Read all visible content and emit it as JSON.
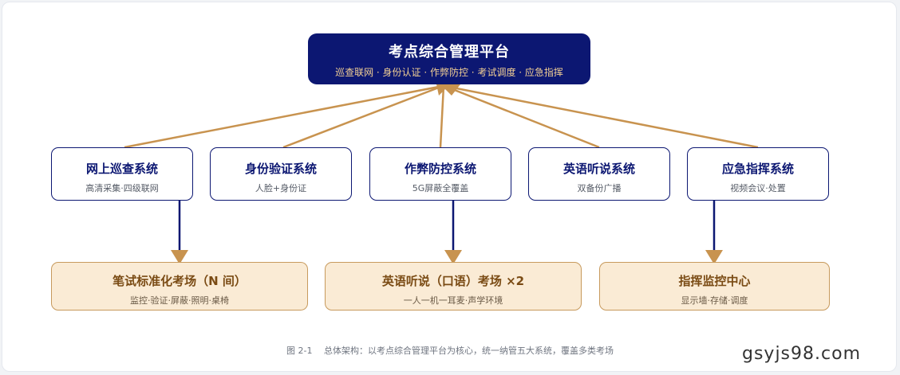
{
  "platform": {
    "title": "考点综合管理平台",
    "subtitle": "巡查联网 · 身份认证 · 作弊防控 · 考试调度 · 应急指挥"
  },
  "systems": [
    {
      "name": "网上巡查系统",
      "desc": "高清采集·四级联网"
    },
    {
      "name": "身份验证系统",
      "desc": "人脸+身份证"
    },
    {
      "name": "作弊防控系统",
      "desc": "5G屏蔽全覆盖"
    },
    {
      "name": "英语听说系统",
      "desc": "双备份广播"
    },
    {
      "name": "应急指挥系统",
      "desc": "视频会议·处置"
    }
  ],
  "sites": [
    {
      "name": "笔试标准化考场（N 间）",
      "desc": "监控·验证·屏蔽·照明·桌椅"
    },
    {
      "name": "英语听说（口语）考场 ×2",
      "desc": "一人一机一耳麦·声学环境"
    },
    {
      "name": "指挥监控中心",
      "desc": "显示墙·存储·调度"
    }
  ],
  "caption": "图 2-1　 总体架构：以考点综合管理平台为核心，统一纳管五大系统，覆盖多类考场",
  "watermark": "gsyjs98.com",
  "colors": {
    "navy": "#0c1772",
    "gold": "#c8934f",
    "site_fill": "#faebd5"
  }
}
